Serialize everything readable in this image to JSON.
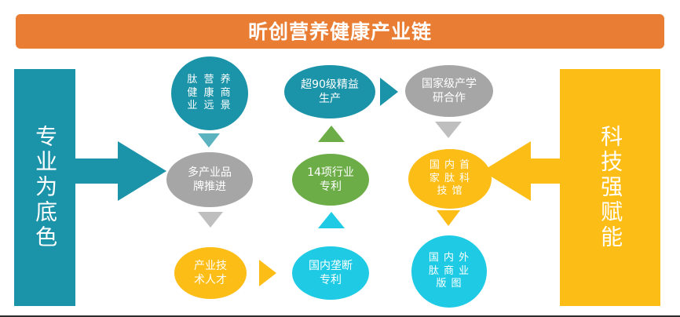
{
  "header": {
    "title": "昕创营养健康产业链",
    "bg_color": "#e87d33",
    "text_color": "#ffffff"
  },
  "side_panels": {
    "left": {
      "label": "专业为底色",
      "color": "#1b93a8",
      "arrow_name": "left-panel-arrow-right",
      "arrow_direction": "right"
    },
    "right": {
      "label": "科技强赋能",
      "color": "#fcbd17",
      "arrow_name": "right-panel-arrow-left",
      "arrow_direction": "left"
    }
  },
  "columns": [
    {
      "name": "column-1",
      "nodes": [
        {
          "label": "肽 营 养\n健 康 商\n业 远 景",
          "color": "#1b93a8",
          "shape": "circle"
        },
        {
          "label": "多产业品\n牌推进",
          "color": "#a6a6a6",
          "shape": "oval"
        },
        {
          "label": "产业技\n术人才",
          "color": "#fcbd17",
          "shape": "oval"
        }
      ],
      "connectors": [
        {
          "name": "connector-col1-1-to-2",
          "direction": "down",
          "color": "#5bb3c0"
        },
        {
          "name": "connector-col1-2-to-3",
          "direction": "down",
          "color": "#bfbfbf"
        }
      ]
    },
    {
      "name": "column-2",
      "nodes": [
        {
          "label": "超90级精益\n生产",
          "color": "#1b93a8",
          "shape": "oval"
        },
        {
          "label": "14项行业\n专利",
          "color": "#6cad47",
          "shape": "oval"
        },
        {
          "label": "国内垄断\n专利",
          "color": "#1fcbe4",
          "shape": "oval"
        }
      ],
      "connectors": [
        {
          "name": "connector-col2-2-to-1",
          "direction": "up",
          "color": "#6cad47"
        },
        {
          "name": "connector-col2-3-to-2",
          "direction": "up",
          "color": "#1fcbe4"
        }
      ]
    },
    {
      "name": "column-3",
      "nodes": [
        {
          "label": "国家级产学\n研合作",
          "color": "#a6a6a6",
          "shape": "oval"
        },
        {
          "label": "国 内 首\n家 肽 科\n技 馆",
          "color": "#fcbd17",
          "shape": "oval"
        },
        {
          "label": "国 内 外\n肽 商 业\n版 图",
          "color": "#1fcbe4",
          "shape": "circle"
        }
      ],
      "connectors": [
        {
          "name": "connector-col3-1-to-2",
          "direction": "down",
          "color": "#bfbfbf"
        },
        {
          "name": "connector-col3-2-to-3",
          "direction": "down",
          "color": "#fcbd17"
        }
      ]
    }
  ],
  "cross_connectors": [
    {
      "name": "connector-col2-top-to-col3-top",
      "direction": "right",
      "color": "#1b93a8"
    },
    {
      "name": "connector-col1-bottom-to-col2-bottom",
      "direction": "right",
      "color": "#fcbd17"
    }
  ]
}
